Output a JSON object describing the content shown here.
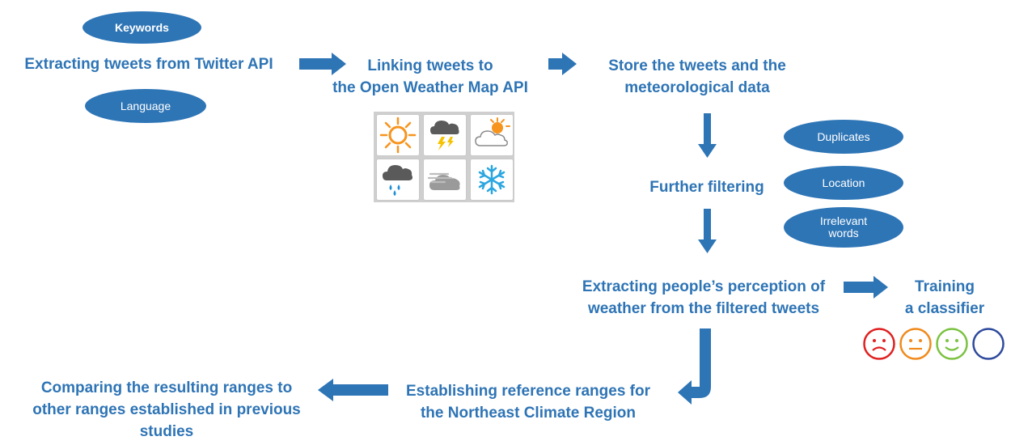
{
  "steps": {
    "extract": "Extracting tweets from Twitter API",
    "link_line1": "Linking tweets to",
    "link_line2": "the Open Weather Map API",
    "store_line1": "Store the tweets and the",
    "store_line2": "meteorological data",
    "filter": "Further filtering",
    "perception_line1": "Extracting people’s perception of",
    "perception_line2": "weather from the filtered tweets",
    "train_line1": "Training",
    "train_line2": "a classifier",
    "establish_line1": "Establishing reference ranges for",
    "establish_line2": "the Northeast Climate Region",
    "compare_line1": "Comparing the resulting ranges to",
    "compare_line2": "other ranges established in previous",
    "compare_line3": "studies"
  },
  "extract_options": [
    "Keywords",
    "Language"
  ],
  "filter_options": [
    "Duplicates",
    "Location",
    "Irrelevant",
    "words"
  ],
  "weather_icons": [
    "sun-icon",
    "thunderstorm-icon",
    "partly-cloudy-icon",
    "rain-icon",
    "fog-icon",
    "snowflake-icon"
  ],
  "sentiment_icons": [
    "sad-face-icon",
    "neutral-face-icon",
    "happy-face-icon",
    "empty-circle-icon"
  ],
  "colors": {
    "text": "#2e74b5",
    "pill": "#2e75b6",
    "arrow": "#2e75b6",
    "sad": "#e02020",
    "neutral": "#f08a1c",
    "happy": "#7cc242",
    "blank": "#2e4a9c"
  }
}
